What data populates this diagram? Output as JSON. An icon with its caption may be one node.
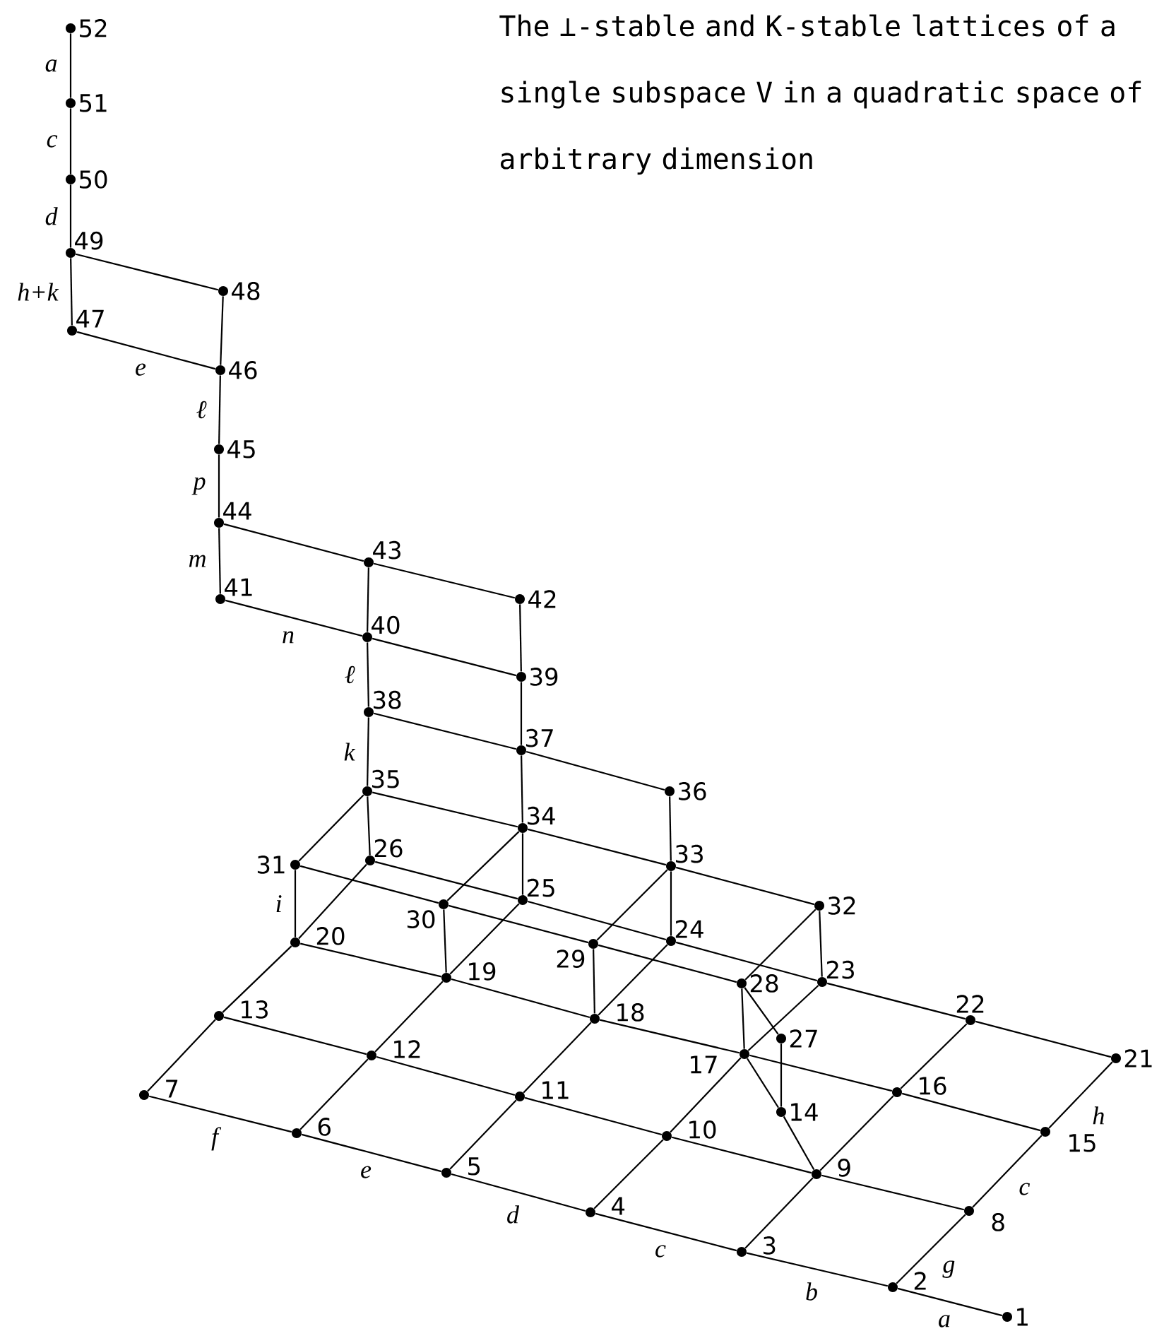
{
  "diagram": {
    "caption": "The ⊥-stable and K-stable lattices of a single subspace V in a quadratic space of arbitrary dimension",
    "nodes": [
      {
        "text": [
          "1"
        ]
      },
      {
        "text": [
          "2"
        ]
      },
      {
        "text": [
          "3"
        ]
      },
      {
        "text": [
          "4"
        ]
      },
      {
        "text": [
          "5"
        ]
      },
      {
        "text": [
          "6"
        ]
      },
      {
        "text": [
          "7"
        ]
      },
      {
        "text": [
          "8"
        ]
      },
      {
        "text": [
          "9"
        ]
      },
      {
        "text": [
          "10"
        ]
      },
      {
        "text": [
          "11"
        ]
      },
      {
        "text": [
          "12"
        ]
      },
      {
        "text": [
          "13"
        ]
      },
      {
        "text": [
          "14"
        ]
      },
      {
        "text": [
          "15"
        ]
      },
      {
        "text": [
          "16"
        ]
      },
      {
        "text": [
          "17"
        ]
      },
      {
        "text": [
          "18"
        ]
      },
      {
        "text": [
          "19"
        ]
      },
      {
        "text": [
          "20"
        ]
      },
      {
        "text": [
          "21"
        ]
      },
      {
        "text": [
          "22"
        ]
      },
      {
        "text": [
          "23"
        ]
      },
      {
        "text": [
          "24"
        ]
      },
      {
        "text": [
          "25"
        ]
      },
      {
        "text": [
          "26"
        ]
      },
      {
        "text": [
          "27"
        ]
      },
      {
        "text": [
          "28"
        ]
      },
      {
        "text": [
          "29"
        ]
      },
      {
        "text": [
          "30"
        ]
      },
      {
        "text": [
          "31"
        ]
      },
      {
        "text": [
          "32"
        ]
      },
      {
        "text": [
          "33"
        ]
      },
      {
        "text": [
          "34"
        ]
      },
      {
        "text": [
          "35"
        ]
      },
      {
        "text": [
          "36"
        ]
      },
      {
        "text": [
          "37"
        ]
      },
      {
        "text": [
          "38"
        ]
      },
      {
        "text": [
          "39"
        ]
      },
      {
        "text": [
          "40"
        ]
      },
      {
        "text": [
          "41"
        ]
      },
      {
        "text": [
          "42"
        ]
      },
      {
        "text": [
          "43"
        ]
      },
      {
        "text": [
          "44"
        ]
      },
      {
        "text": [
          "45"
        ]
      },
      {
        "text": [
          "46"
        ]
      },
      {
        "text": [
          "47"
        ]
      },
      {
        "text": [
          "48"
        ]
      },
      {
        "text": [
          "49"
        ]
      },
      {
        "text": [
          "50"
        ]
      },
      {
        "text": [
          "51"
        ]
      },
      {
        "text": [
          "52"
        ]
      }
    ],
    "edges": [
      {
        "from": 6,
        "to": 5,
        "arrow": "none",
        "label": "f"
      },
      {
        "from": 5,
        "to": 4,
        "arrow": "none",
        "label": "e"
      },
      {
        "from": 4,
        "to": 3,
        "arrow": "none",
        "label": "d"
      },
      {
        "from": 3,
        "to": 2,
        "arrow": "none",
        "label": "c"
      },
      {
        "from": 2,
        "to": 1,
        "arrow": "none",
        "label": "b"
      },
      {
        "from": 1,
        "to": 0,
        "arrow": "none",
        "label": "a"
      },
      {
        "from": 12,
        "to": 11,
        "arrow": "none"
      },
      {
        "from": 11,
        "to": 10,
        "arrow": "none"
      },
      {
        "from": 10,
        "to": 9,
        "arrow": "none"
      },
      {
        "from": 9,
        "to": 8,
        "arrow": "none"
      },
      {
        "from": 8,
        "to": 7,
        "arrow": "none"
      },
      {
        "from": 19,
        "to": 18,
        "arrow": "none"
      },
      {
        "from": 18,
        "to": 17,
        "arrow": "none"
      },
      {
        "from": 17,
        "to": 16,
        "arrow": "none"
      },
      {
        "from": 16,
        "to": 15,
        "arrow": "none"
      },
      {
        "from": 15,
        "to": 14,
        "arrow": "none"
      },
      {
        "from": 25,
        "to": 24,
        "arrow": "none"
      },
      {
        "from": 24,
        "to": 23,
        "arrow": "none"
      },
      {
        "from": 23,
        "to": 22,
        "arrow": "none"
      },
      {
        "from": 22,
        "to": 21,
        "arrow": "none"
      },
      {
        "from": 21,
        "to": 20,
        "arrow": "none"
      },
      {
        "from": 6,
        "to": 12,
        "arrow": "none"
      },
      {
        "from": 12,
        "to": 19,
        "arrow": "none"
      },
      {
        "from": 19,
        "to": 25,
        "arrow": "none"
      },
      {
        "from": 5,
        "to": 11,
        "arrow": "none"
      },
      {
        "from": 11,
        "to": 18,
        "arrow": "none"
      },
      {
        "from": 18,
        "to": 24,
        "arrow": "none"
      },
      {
        "from": 4,
        "to": 10,
        "arrow": "none"
      },
      {
        "from": 10,
        "to": 17,
        "arrow": "none"
      },
      {
        "from": 17,
        "to": 23,
        "arrow": "none"
      },
      {
        "from": 3,
        "to": 9,
        "arrow": "none"
      },
      {
        "from": 9,
        "to": 16,
        "arrow": "none"
      },
      {
        "from": 16,
        "to": 22,
        "arrow": "none"
      },
      {
        "from": 2,
        "to": 8,
        "arrow": "none"
      },
      {
        "from": 8,
        "to": 15,
        "arrow": "none"
      },
      {
        "from": 15,
        "to": 21,
        "arrow": "none"
      },
      {
        "from": 1,
        "to": 7,
        "arrow": "none",
        "label": "g"
      },
      {
        "from": 7,
        "to": 14,
        "arrow": "none",
        "label": "c"
      },
      {
        "from": 14,
        "to": 20,
        "arrow": "none",
        "label": "h"
      },
      {
        "from": 30,
        "to": 29,
        "arrow": "none"
      },
      {
        "from": 29,
        "to": 28,
        "arrow": "none"
      },
      {
        "from": 28,
        "to": 27,
        "arrow": "none"
      },
      {
        "from": 34,
        "to": 33,
        "arrow": "none"
      },
      {
        "from": 33,
        "to": 32,
        "arrow": "none"
      },
      {
        "from": 32,
        "to": 31,
        "arrow": "none"
      },
      {
        "from": 30,
        "to": 34,
        "arrow": "none"
      },
      {
        "from": 29,
        "to": 33,
        "arrow": "none"
      },
      {
        "from": 28,
        "to": 32,
        "arrow": "none"
      },
      {
        "from": 27,
        "to": 31,
        "arrow": "none"
      },
      {
        "from": 19,
        "to": 30,
        "arrow": "none",
        "label": "i"
      },
      {
        "from": 18,
        "to": 29,
        "arrow": "none"
      },
      {
        "from": 17,
        "to": 28,
        "arrow": "none"
      },
      {
        "from": 16,
        "to": 27,
        "arrow": "none"
      },
      {
        "from": 25,
        "to": 34,
        "arrow": "none"
      },
      {
        "from": 24,
        "to": 33,
        "arrow": "none"
      },
      {
        "from": 23,
        "to": 32,
        "arrow": "none"
      },
      {
        "from": 22,
        "to": 31,
        "arrow": "none"
      },
      {
        "from": 27,
        "to": 26,
        "arrow": "none"
      },
      {
        "from": 26,
        "to": 13,
        "arrow": "none"
      },
      {
        "from": 16,
        "to": 13,
        "arrow": "none"
      },
      {
        "from": 13,
        "to": 8,
        "arrow": "none"
      },
      {
        "from": 34,
        "to": 37,
        "arrow": "none",
        "label": "k"
      },
      {
        "from": 33,
        "to": 36,
        "arrow": "none"
      },
      {
        "from": 32,
        "to": 35,
        "arrow": "none"
      },
      {
        "from": 37,
        "to": 36,
        "arrow": "none"
      },
      {
        "from": 36,
        "to": 35,
        "arrow": "none"
      },
      {
        "from": 37,
        "to": 39,
        "arrow": "none",
        "label": "ℓ"
      },
      {
        "from": 36,
        "to": 38,
        "arrow": "none"
      },
      {
        "from": 39,
        "to": 38,
        "arrow": "none"
      },
      {
        "from": 40,
        "to": 39,
        "arrow": "none",
        "label": "n"
      },
      {
        "from": 39,
        "to": 42,
        "arrow": "none"
      },
      {
        "from": 38,
        "to": 41,
        "arrow": "none"
      },
      {
        "from": 43,
        "to": 42,
        "arrow": "none"
      },
      {
        "from": 42,
        "to": 41,
        "arrow": "none"
      },
      {
        "from": 43,
        "to": 40,
        "arrow": "none",
        "label": "m"
      },
      {
        "from": 44,
        "to": 43,
        "arrow": "none",
        "label": "p"
      },
      {
        "from": 45,
        "to": 44,
        "arrow": "none",
        "label": "ℓ"
      },
      {
        "from": 47,
        "to": 45,
        "arrow": "none"
      },
      {
        "from": 46,
        "to": 45,
        "arrow": "none",
        "label": "e"
      },
      {
        "from": 48,
        "to": 47,
        "arrow": "none"
      },
      {
        "from": 48,
        "to": 46,
        "arrow": "none",
        "label": "h+k"
      },
      {
        "from": 49,
        "to": 48,
        "arrow": "none",
        "label": "d"
      },
      {
        "from": 50,
        "to": 49,
        "arrow": "none",
        "label": "c"
      },
      {
        "from": 51,
        "to": 50,
        "arrow": "none",
        "label": "a"
      }
    ]
  }
}
